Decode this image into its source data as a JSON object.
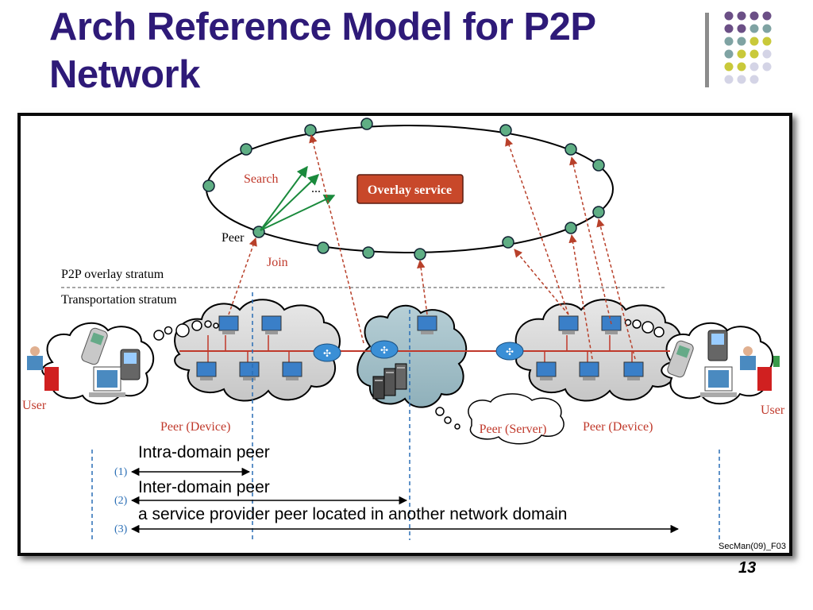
{
  "slide": {
    "title_line1": "Arch Reference Model for P2P",
    "title_line2": "Network",
    "number": "13"
  },
  "diagram": {
    "overlay_service": "Overlay service",
    "search": "Search",
    "ellipsis": "...",
    "peer": "Peer",
    "join": "Join",
    "p2p_overlay_stratum": "P2P overlay stratum",
    "transportation_stratum": "Transportation stratum",
    "user_left": "User",
    "user_right": "User",
    "peer_device_left": "Peer (Device)",
    "peer_server": "Peer (Server)",
    "peer_device_right": "Peer (Device)",
    "legend": {
      "n1": "(1)",
      "n2": "(2)",
      "n3": "(3)",
      "intra": "Intra-domain peer",
      "inter": "Inter-domain peer",
      "provider": "a service provider peer located in another network domain"
    },
    "credit": "SecMan(09)_F03"
  },
  "colors": {
    "title": "#2e1a78",
    "node": "#5fae84",
    "overlay_box": "#c8482a",
    "green_arrow": "#1a8a3c",
    "red_arrow": "#b8402a",
    "domain_blue": "#2a6eb5",
    "dot_purple": "#6b4f86",
    "dot_teal": "#7fa3a3",
    "dot_olive": "#c9c93a",
    "dot_lavender": "#d4d4e6"
  }
}
